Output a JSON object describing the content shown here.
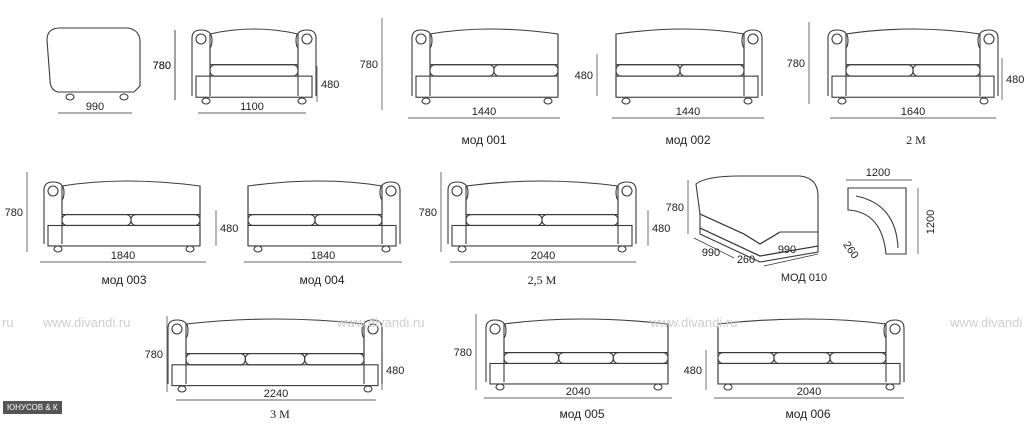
{
  "watermark": {
    "text": "www.divandi.ru",
    "fragment_left": "ru",
    "fragment_right": "www.divandi"
  },
  "brand_stamp": "ЮНУСОВ & К",
  "models": [
    {
      "id": "side",
      "dims": {
        "width": "990",
        "height": "780"
      }
    },
    {
      "id": "chair",
      "dims": {
        "width": "1100",
        "height": "780",
        "seat": "480"
      }
    },
    {
      "id": "m001",
      "dims": {
        "width": "1440",
        "height": "780",
        "seat": "480"
      },
      "caption": "мод 001"
    },
    {
      "id": "m002",
      "dims": {
        "width": "1440",
        "seat": "480"
      },
      "caption": "мод 002"
    },
    {
      "id": "m2",
      "dims": {
        "width": "1640",
        "height": "780",
        "seat": "480"
      },
      "caption": "2 М"
    },
    {
      "id": "m003",
      "dims": {
        "width": "1840",
        "height": "780",
        "seat": "480"
      },
      "caption": "мод 003"
    },
    {
      "id": "m004",
      "dims": {
        "width": "1840"
      },
      "caption": "мод 004"
    },
    {
      "id": "m25",
      "dims": {
        "width": "2040",
        "height": "780",
        "seat": "480"
      },
      "caption": "2,5 М"
    },
    {
      "id": "m010",
      "dims": {
        "height": "780",
        "left": "990",
        "mid": "260",
        "right": "990",
        "top": "1200",
        "side": "1200",
        "depth": "260"
      },
      "caption": "МОД 010"
    },
    {
      "id": "m3",
      "dims": {
        "width": "2240",
        "height": "780",
        "seat": "480"
      },
      "caption": "3 М"
    },
    {
      "id": "m005",
      "dims": {
        "width": "2040",
        "height": "780",
        "seat": "480"
      },
      "caption": "мод 005"
    },
    {
      "id": "m006",
      "dims": {
        "width": "2040"
      },
      "caption": "мод 006"
    }
  ]
}
